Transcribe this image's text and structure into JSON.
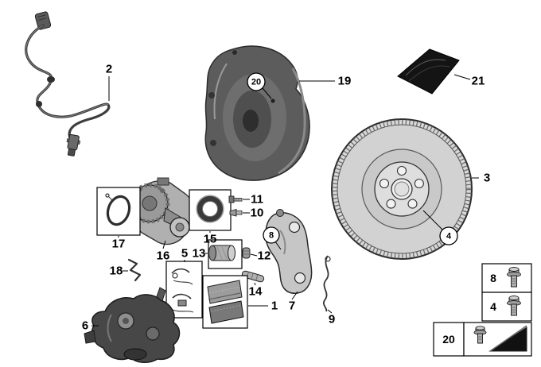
{
  "diagram": {
    "callouts": [
      {
        "ref": "2",
        "circled": false
      },
      {
        "ref": "20",
        "circled": true
      },
      {
        "ref": "19",
        "circled": false
      },
      {
        "ref": "21",
        "circled": false
      },
      {
        "ref": "3",
        "circled": false
      },
      {
        "ref": "4",
        "circled": true
      },
      {
        "ref": "17",
        "circled": false
      },
      {
        "ref": "16",
        "circled": false
      },
      {
        "ref": "15",
        "circled": false
      },
      {
        "ref": "11",
        "circled": false
      },
      {
        "ref": "10",
        "circled": false
      },
      {
        "ref": "13",
        "circled": false
      },
      {
        "ref": "12",
        "circled": false
      },
      {
        "ref": "8",
        "circled": true
      },
      {
        "ref": "5",
        "circled": false
      },
      {
        "ref": "18",
        "circled": false
      },
      {
        "ref": "14",
        "circled": false
      },
      {
        "ref": "1",
        "circled": false
      },
      {
        "ref": "7",
        "circled": false
      },
      {
        "ref": "9",
        "circled": false
      },
      {
        "ref": "6",
        "circled": false
      }
    ],
    "fastener_legend": [
      {
        "ref": "8"
      },
      {
        "ref": "4"
      },
      {
        "ref": "20"
      }
    ],
    "colors": {
      "background": "#ffffff",
      "line": "#000000",
      "part_gray": "#9a9a9a",
      "dark_part": "#1a1a1a"
    }
  }
}
